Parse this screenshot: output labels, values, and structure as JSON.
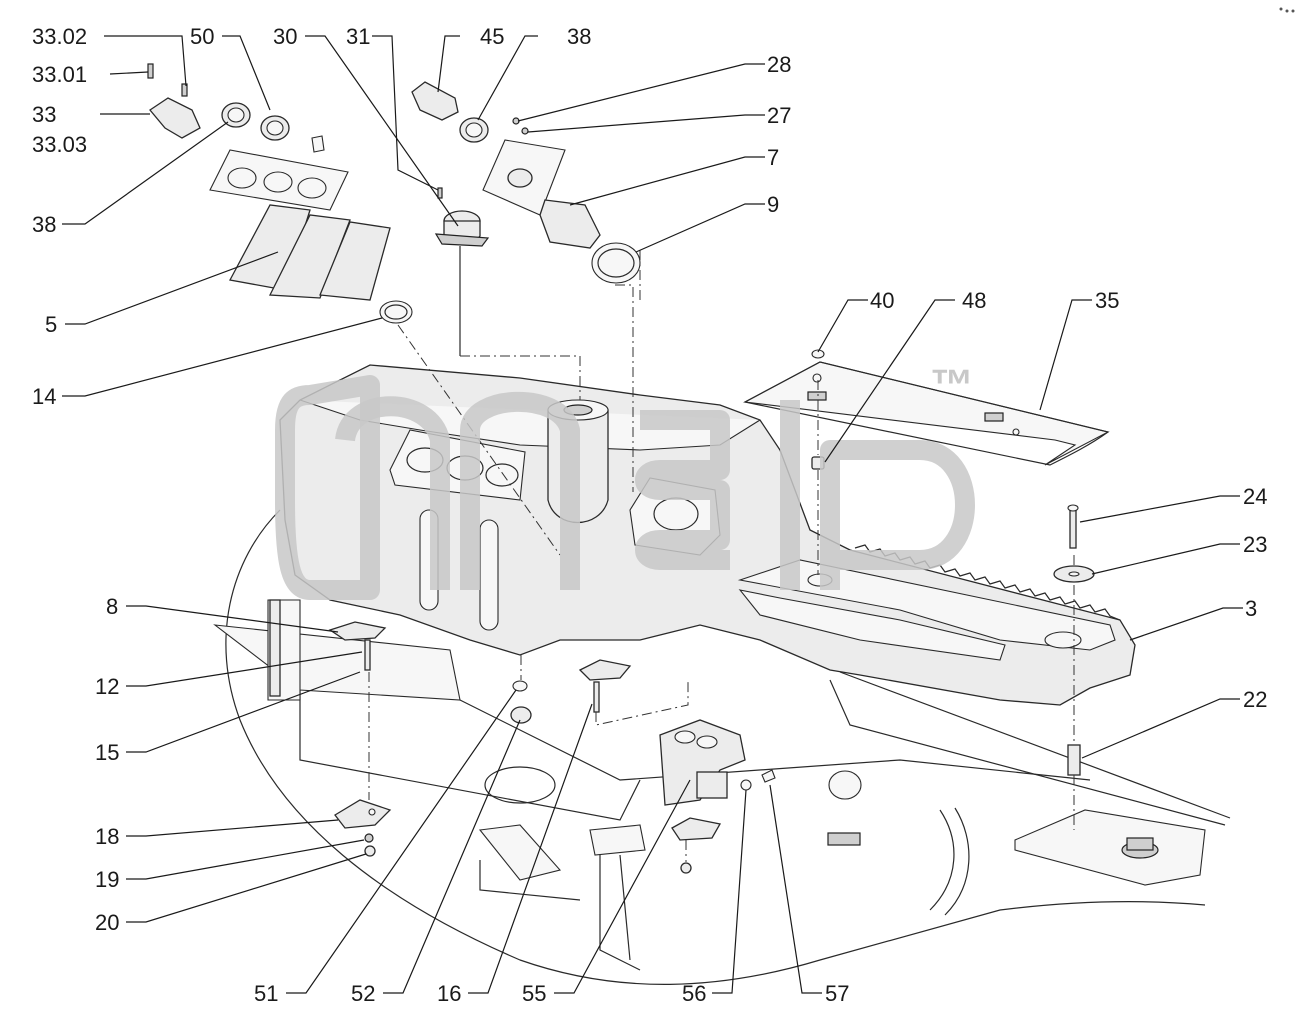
{
  "watermark": {
    "trademark": "™"
  },
  "callouts": {
    "c33_02": "33.02",
    "c33_01": "33.01",
    "c33": "33",
    "c33_03": "33.03",
    "c50": "50",
    "c30": "30",
    "c31": "31",
    "c45": "45",
    "c38_top": "38",
    "c28": "28",
    "c27": "27",
    "c7": "7",
    "c9": "9",
    "c38_left": "38",
    "c5": "5",
    "c14": "14",
    "c40": "40",
    "c48": "48",
    "c35": "35",
    "c24": "24",
    "c23": "23",
    "c3": "3",
    "c22": "22",
    "c8": "8",
    "c12": "12",
    "c15": "15",
    "c18": "18",
    "c19": "19",
    "c20": "20",
    "c51": "51",
    "c52": "52",
    "c16": "16",
    "c55": "55",
    "c56": "56",
    "c57": "57"
  }
}
